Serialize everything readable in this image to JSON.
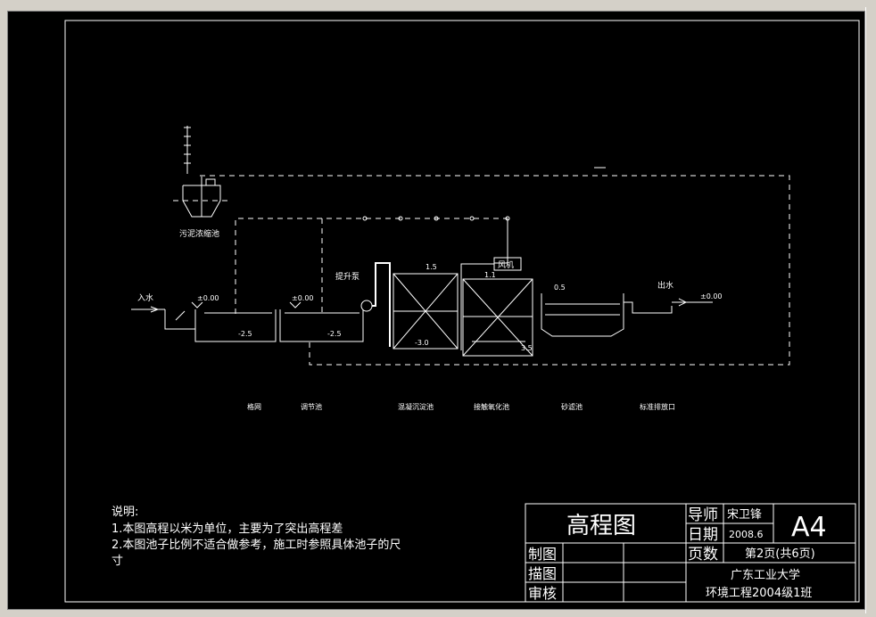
{
  "drawing": {
    "labels": {
      "sludge_tank": "污泥浓缩池",
      "inlet": "入水",
      "lift_pump": "提升泵",
      "blower": "风机",
      "outlet": "出水"
    },
    "elevations": {
      "inlet_level": "±0.00",
      "reg_level": "±0.00",
      "screen_bottom": "-2.5",
      "reg_bottom": "-2.5",
      "coag_top": "1.5",
      "coag_bottom": "-3.0",
      "contact_top": "1.1",
      "contact_bottom": "3.5",
      "sand_top": "0.5",
      "outlet_level": "±0.00"
    },
    "units": [
      "格网",
      "调节池",
      "混凝沉淀池",
      "接触氧化池",
      "砂滤池",
      "标准排放口"
    ]
  },
  "notes": {
    "title": "说明:",
    "line1": "1.本图高程以米为单位，主要为了突出高程差",
    "line2": "2.本图池子比例不适合做参考，施工时参照具体池子的尺",
    "line3": "寸"
  },
  "title_block": {
    "drawing_title": "高程图",
    "advisor_label": "导师",
    "advisor_name": "宋卫锋",
    "date_label": "日期",
    "date_value": "2008.6",
    "size": "A4",
    "made_by_label": "制图",
    "traced_by_label": "描图",
    "checked_by_label": "审核",
    "pages_label": "页数",
    "page_value": "第2页(共6页)",
    "school": "广东工业大学",
    "class_name": "环境工程2004级1班"
  }
}
